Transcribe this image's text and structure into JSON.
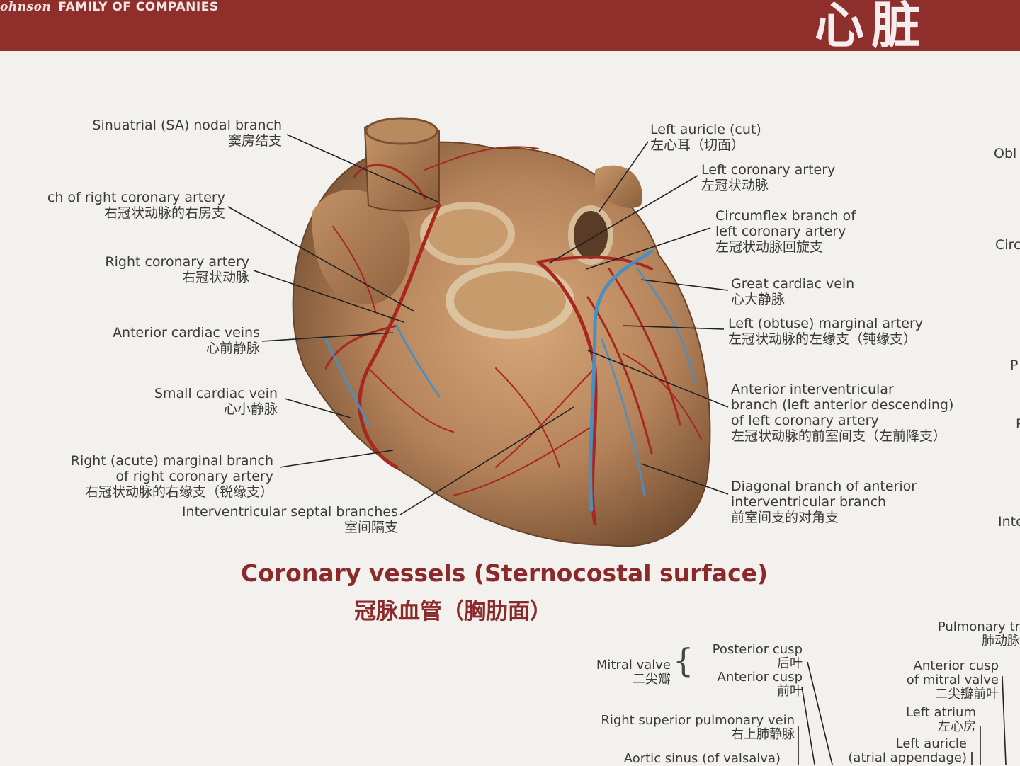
{
  "header": {
    "brand_script": "ohnson",
    "brand": "FAMILY OF COMPANIES",
    "title_fragment": "心脏"
  },
  "labels_left": {
    "sa_nodal": {
      "en": "Sinuatrial (SA) nodal branch",
      "zh": "窦房结支"
    },
    "atrial_branch": {
      "en": "ch of right coronary artery",
      "zh": "右冠状动脉的右房支"
    },
    "rca": {
      "en": "Right coronary artery",
      "zh": "右冠状动脉"
    },
    "anterior_cardiac": {
      "en": "Anterior cardiac veins",
      "zh": "心前静脉"
    },
    "small_cardiac": {
      "en": "Small cardiac vein",
      "zh": "心小静脉"
    },
    "acute_marginal": {
      "en1": "Right (acute) marginal branch",
      "en2": "of right coronary artery",
      "zh": "右冠状动脉的右缘支（锐缘支）"
    },
    "septal": {
      "en": "Interventricular septal branches",
      "zh": "室间隔支"
    }
  },
  "labels_right": {
    "left_auricle": {
      "en": "Left auricle (cut)",
      "zh": "左心耳（切面）"
    },
    "lca": {
      "en": "Left coronary artery",
      "zh": "左冠状动脉"
    },
    "circumflex": {
      "en1": "Circumflex branch of",
      "en2": "left coronary artery",
      "zh": "左冠状动脉回旋支"
    },
    "great_cardiac": {
      "en": "Great cardiac vein",
      "zh": "心大静脉"
    },
    "obtuse_marginal": {
      "en": "Left (obtuse) marginal artery",
      "zh": "左冠状动脉的左缘支（钝缘支）"
    },
    "lad": {
      "en1": "Anterior interventricular",
      "en2": "branch (left anterior descending)",
      "en3": "of left coronary artery",
      "zh": "左冠状动脉的前室间支（左前降支）"
    },
    "diagonal": {
      "en1": "Diagonal branch of anterior",
      "en2": "interventricular branch",
      "zh": "前室间支的对角支"
    }
  },
  "edge_right": [
    "Obl",
    "Circ",
    "P",
    "P",
    "Inte"
  ],
  "caption": {
    "en": "Coronary vessels (Sternocostal surface)",
    "zh": "冠脉血管（胸肋面）"
  },
  "bottom": {
    "mitral": {
      "en": "Mitral valve",
      "zh": "二尖瓣"
    },
    "posterior_cusp": {
      "en": "Posterior cusp",
      "zh": "后叶"
    },
    "anterior_cusp": {
      "en": "Anterior cusp",
      "zh": "前叶"
    },
    "rspv": {
      "en": "Right superior pulmonary vein",
      "zh": "右上肺静脉"
    },
    "aortic_sinus": {
      "en": "Aortic sinus (of valsalva)"
    },
    "pulmonary_tr": {
      "en": "Pulmonary tr",
      "zh": "肺动脉"
    },
    "ant_cusp_mitral": {
      "en1": "Anterior cusp",
      "en2": "of mitral valve",
      "zh": "二尖瓣前叶"
    },
    "left_atrium": {
      "en": "Left atrium",
      "zh": "左心房"
    },
    "left_auricle2": {
      "en": "Left auricle",
      "en2": "(atrial appendage)"
    }
  }
}
